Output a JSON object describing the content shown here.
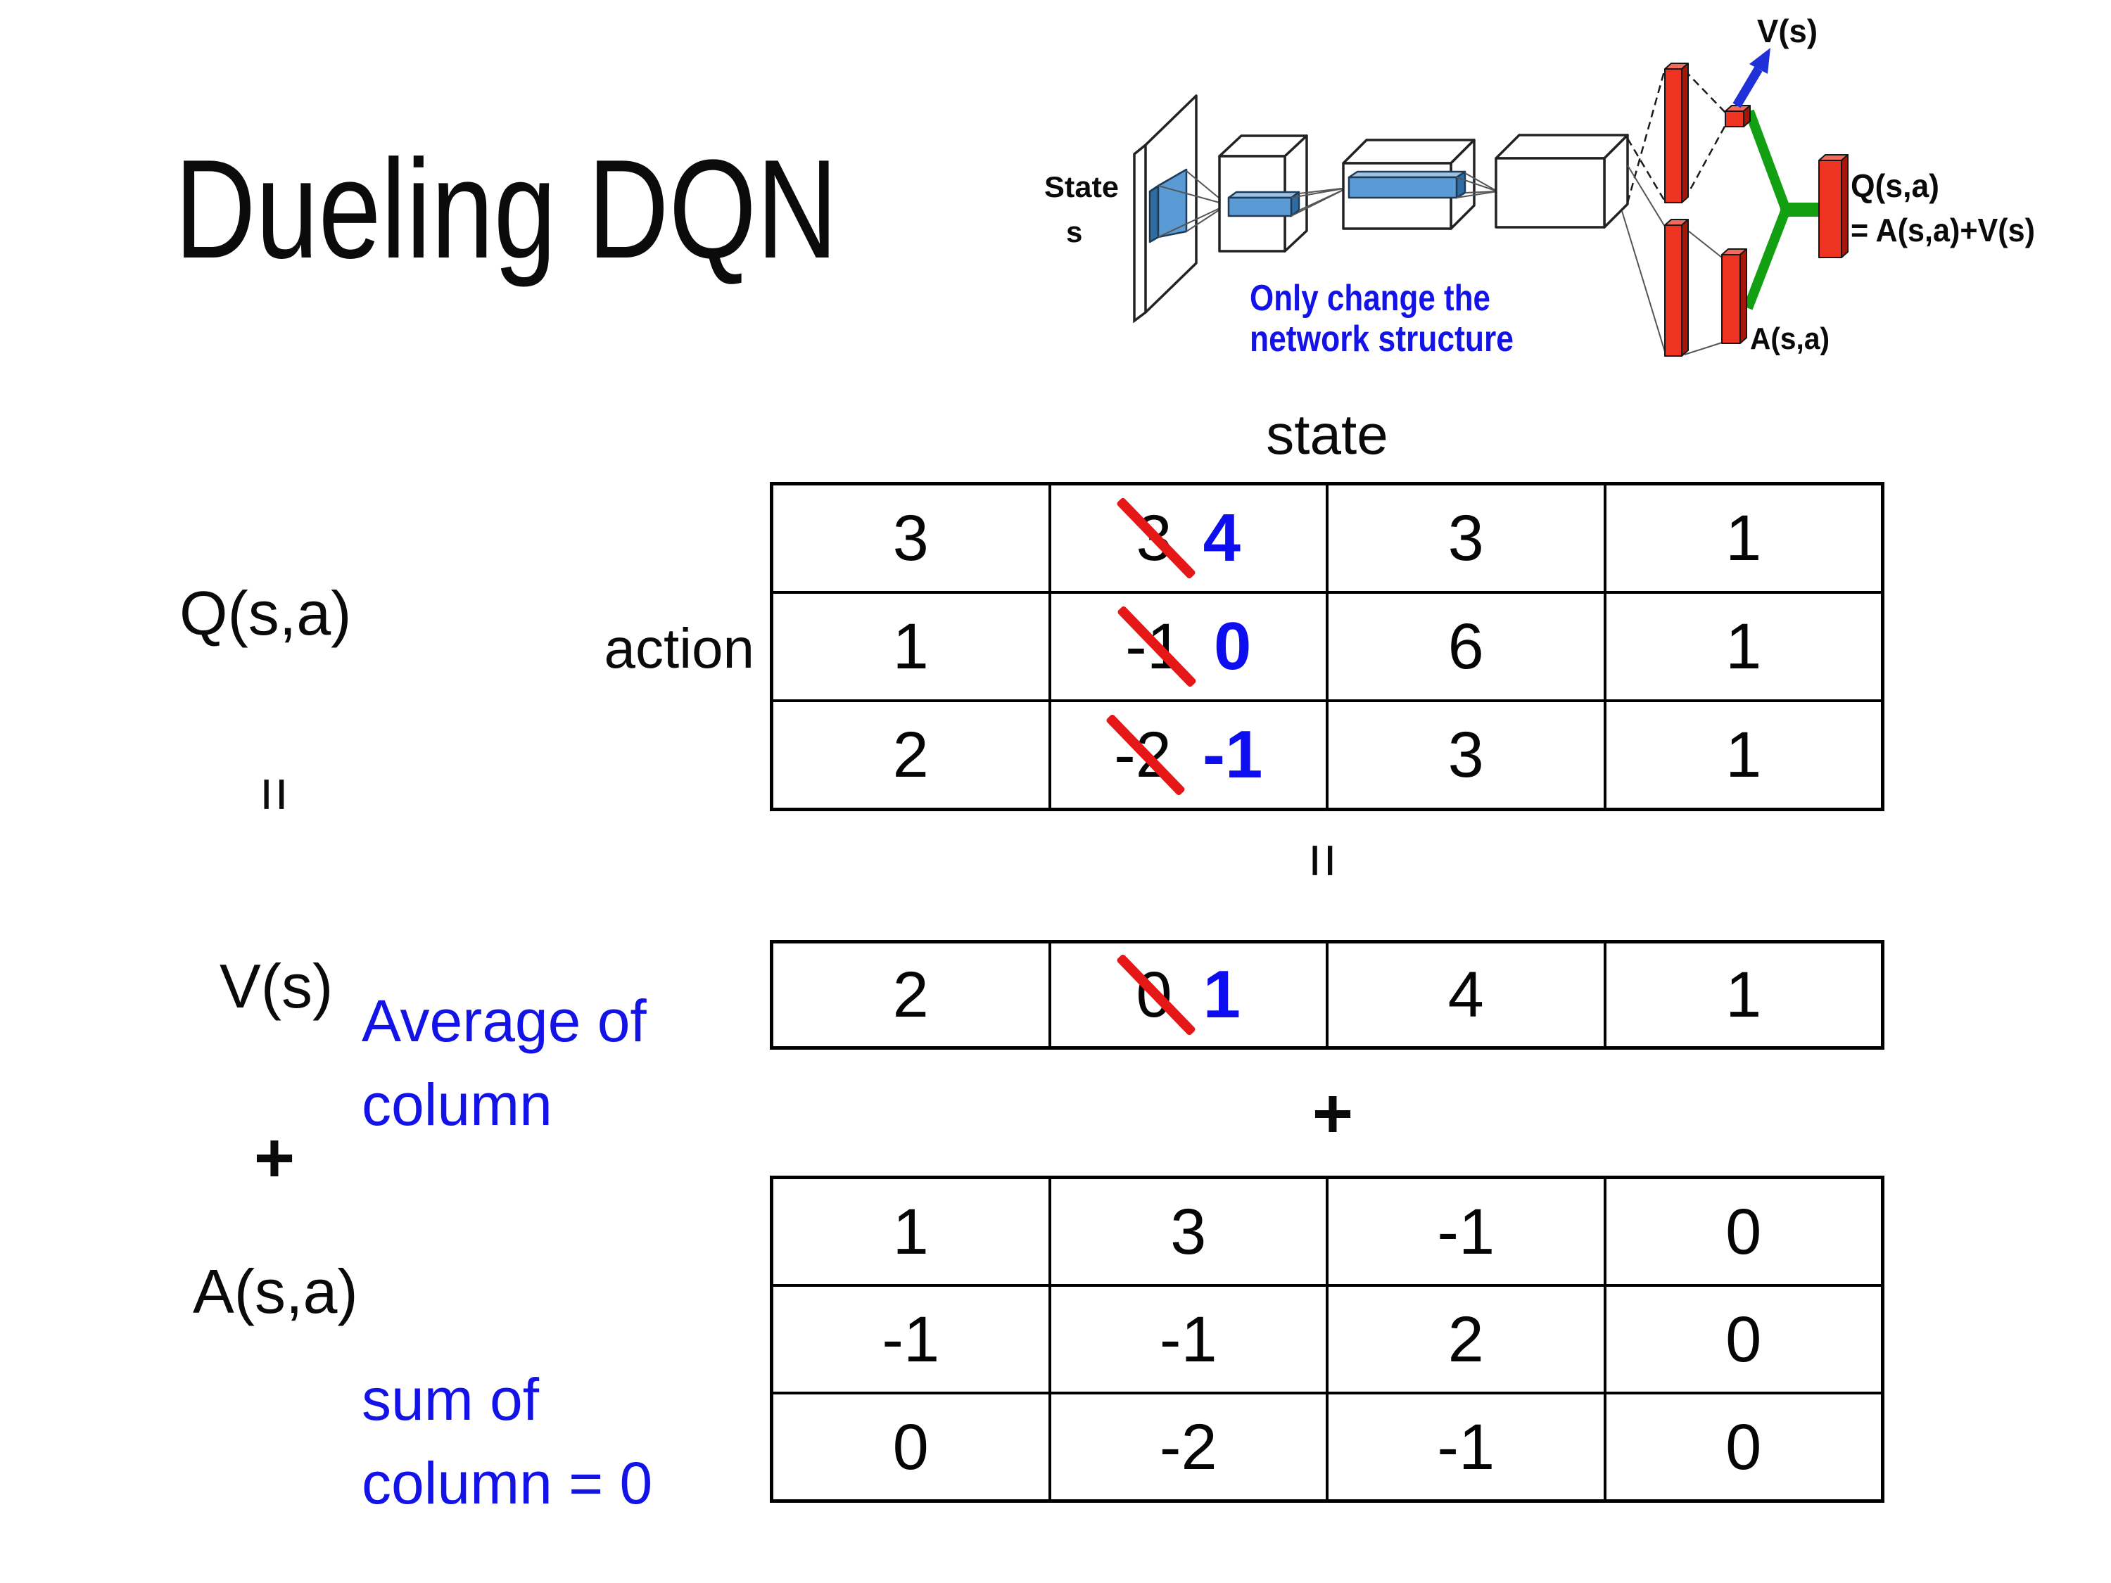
{
  "title": "Dueling DQN",
  "colors": {
    "strike": "#E61717",
    "blue_value": "#0D0DF0",
    "blue_note": "#1313E8",
    "arrow_blue": "#2030D8",
    "green": "#12A012",
    "red_front": "#EE3322",
    "red_top": "#F4695B",
    "red_side": "#A81509",
    "blue_box": "#5B9BD5",
    "blue_box_dark": "#2E6DA4",
    "blue_box_light": "#9CC3E5",
    "outline": "#222222"
  },
  "diagram": {
    "state_line1": "State",
    "state_line2": "s",
    "v_out": "V(s)",
    "q_out": "Q(s,a)",
    "q_formula": "= A(s,a)+V(s)",
    "a_out": "A(s,a)",
    "note1": "Only change the",
    "note2": "network structure"
  },
  "labels": {
    "q": "Q(s,a)",
    "equals": "=",
    "v": "V(s)",
    "plus": "+",
    "a": "A(s,a)",
    "state_header": "state",
    "action": "action",
    "avg_note": "Average of\ncolumn",
    "sum_note": "sum of\ncolumn = 0"
  },
  "q_table": {
    "rows": [
      [
        {
          "v": "3"
        },
        {
          "v": "3",
          "crossed": true,
          "new": "4"
        },
        {
          "v": "3"
        },
        {
          "v": "1"
        }
      ],
      [
        {
          "v": "1"
        },
        {
          "v": "-1",
          "crossed": true,
          "new": "0"
        },
        {
          "v": "6"
        },
        {
          "v": "1"
        }
      ],
      [
        {
          "v": "2"
        },
        {
          "v": "-2",
          "crossed": true,
          "new": "-1"
        },
        {
          "v": "3"
        },
        {
          "v": "1"
        }
      ]
    ]
  },
  "v_table": {
    "rows": [
      [
        {
          "v": "2"
        },
        {
          "v": "0",
          "crossed": true,
          "new": "1"
        },
        {
          "v": "4"
        },
        {
          "v": "1"
        }
      ]
    ]
  },
  "a_table": {
    "rows": [
      [
        {
          "v": "1"
        },
        {
          "v": "3"
        },
        {
          "v": "-1"
        },
        {
          "v": "0"
        }
      ],
      [
        {
          "v": "-1"
        },
        {
          "v": "-1"
        },
        {
          "v": "2"
        },
        {
          "v": "0"
        }
      ],
      [
        {
          "v": "0"
        },
        {
          "v": "-2"
        },
        {
          "v": "-1"
        },
        {
          "v": "0"
        }
      ]
    ]
  }
}
